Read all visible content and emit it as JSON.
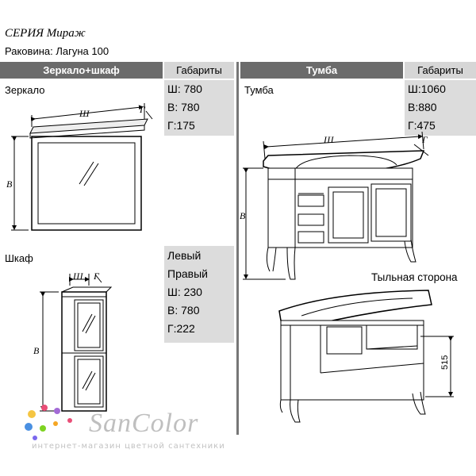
{
  "header": {
    "series": "СЕРИЯ  Мираж",
    "sink": "Раковина: Лагуна 100"
  },
  "left": {
    "title": "Зеркало+шкаф",
    "dims_title": "Габариты",
    "mirror": {
      "label": "Зеркало",
      "values": [
        "Ш: 780",
        "В: 780",
        "Г:175"
      ]
    },
    "cabinet": {
      "label": "Шкаф",
      "values": [
        "Левый",
        "Правый",
        "Ш: 230",
        "В: 780",
        "Г:222"
      ]
    }
  },
  "right": {
    "title": "Тумба",
    "dims_title": "Габариты",
    "stand": {
      "label": "Тумба",
      "values": [
        "Ш:1060",
        "В:880",
        "Г:475"
      ]
    },
    "back_label": "Тыльная сторона",
    "back_dim": "515"
  },
  "drawing_letters": {
    "width": "Ш",
    "height": "В",
    "depth": "Г"
  },
  "logo": {
    "name": "SanColor",
    "tagline": "интернет-магазин цветной сантехники",
    "colors": [
      "#f5a623",
      "#e94e77",
      "#7b68ee",
      "#4a90e2",
      "#7ed321"
    ]
  }
}
